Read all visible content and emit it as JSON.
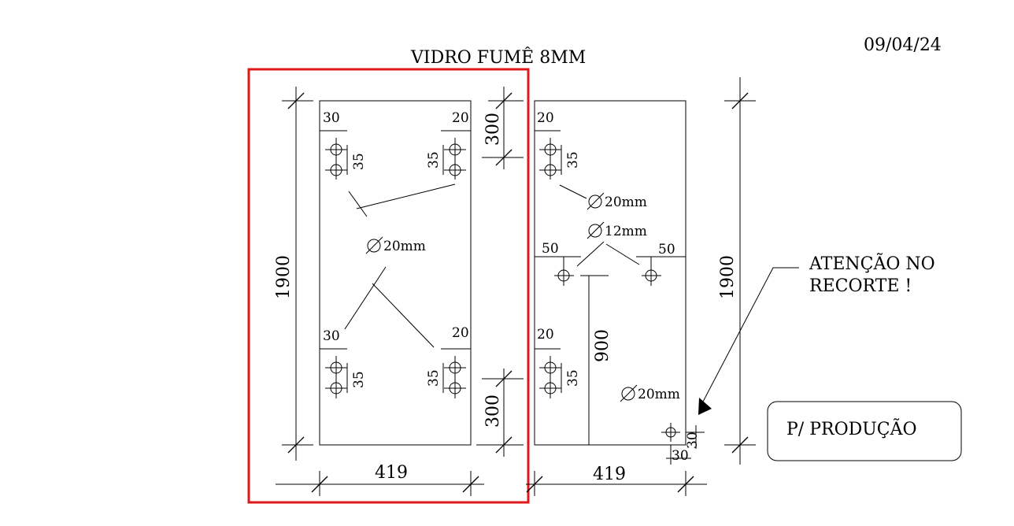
{
  "header": {
    "title": "VIDRO FUMÊ 8MM",
    "date": "09/04/24"
  },
  "left_panel": {
    "height_dim": "1900",
    "width_dim": "419",
    "top_offset": "300",
    "bottom_offset": "300",
    "top_left_edge": "30",
    "top_right_edge": "20",
    "bottom_left_edge": "30",
    "bottom_right_edge": "20",
    "spacing_tl": "35",
    "spacing_tr": "35",
    "spacing_bl": "35",
    "spacing_br": "35",
    "hole_label": "20mm"
  },
  "right_panel": {
    "height_dim": "1900",
    "width_dim": "419",
    "top_edge": "20",
    "bottom_edge": "20",
    "spacing_top": "35",
    "spacing_bottom": "35",
    "hole_label_top": "20mm",
    "hole_label_mid": "12mm",
    "mid_left_edge": "50",
    "mid_right_edge": "50",
    "mid_height": "900",
    "cutout_label": "20mm",
    "cutout_x": "30",
    "cutout_y": "30"
  },
  "notes": {
    "warning_line1": "ATENÇÃO NO",
    "warning_line2": "RECORTE !",
    "stamp": "P/ PRODUÇÃO"
  },
  "colors": {
    "highlight": "#e0181b",
    "ink": "#000000"
  }
}
